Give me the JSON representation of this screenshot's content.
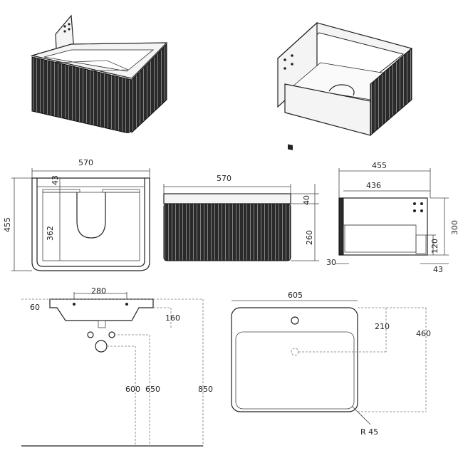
{
  "dimensions": {
    "front_width": "570",
    "front_top_offset": "43",
    "front_inner_height": "362",
    "front_total_height": "455",
    "elevation_width": "570",
    "elevation_top": "40",
    "elevation_drawer_height": "260",
    "side_depth": "455",
    "side_inner_depth": "436",
    "side_height": "300",
    "side_drawer_height": "120",
    "side_back_offset": "30",
    "side_front_offset": "43",
    "basin_tap_spacing": "280",
    "basin_lip": "60",
    "basin_depth": "160",
    "waste_height": "600",
    "drawer_height_mark": "650",
    "basin_top_height": "850",
    "basin_width": "605",
    "basin_tap_offset": "210",
    "basin_depth_plan": "460",
    "basin_radius": "R 45"
  },
  "colors": {
    "line": "#222222",
    "fill": "#f4f4f4",
    "dark": "#2b2b2b",
    "dim": "#777777"
  }
}
